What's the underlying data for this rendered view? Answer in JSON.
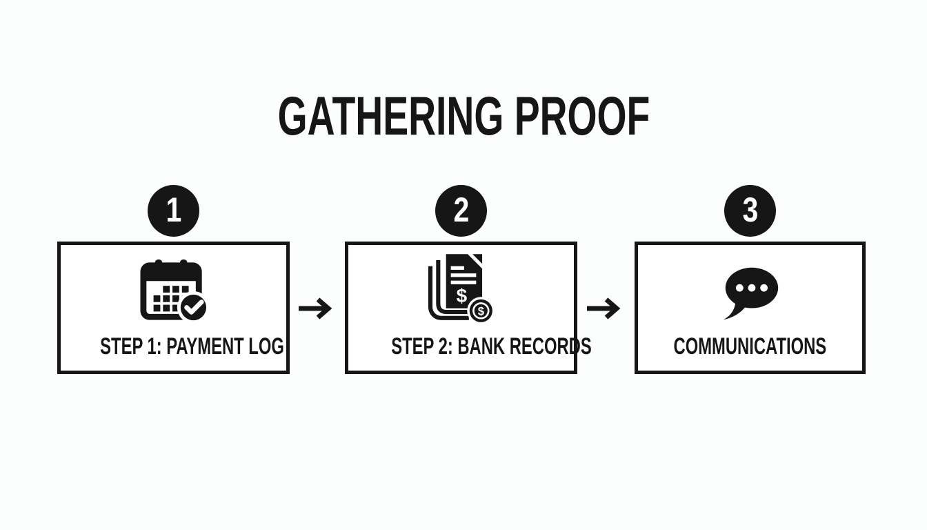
{
  "title": "GATHERING PROOF",
  "steps": [
    {
      "number": "1",
      "label": "STEP 1: PAYMENT LOG",
      "icon": "calendar-check-icon"
    },
    {
      "number": "2",
      "label": "STEP 2: BANK RECORDS",
      "icon": "document-dollar-icon"
    },
    {
      "number": "3",
      "label": "COMMUNICATIONS",
      "icon": "speech-bubble-icon"
    }
  ],
  "connector_icon": "arrow-right-icon",
  "colors": {
    "ink": "#161616",
    "background": "#fcfdfd",
    "box_fill": "#ffffff",
    "badge_text": "#ffffff"
  }
}
